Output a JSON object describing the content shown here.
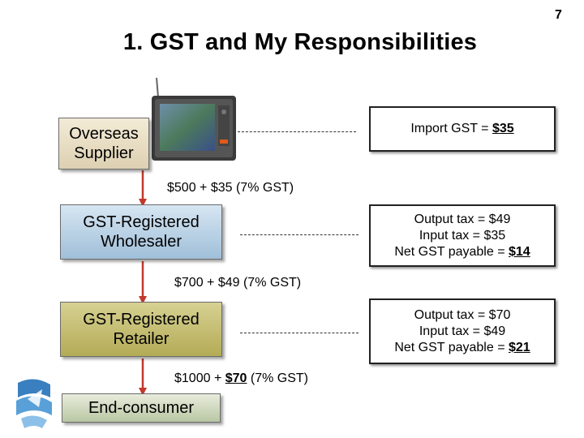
{
  "slide": {
    "page_number": "7",
    "title": "1. GST and My Responsibilities"
  },
  "stages": {
    "supplier": {
      "line1": "Overseas",
      "line2": "Supplier"
    },
    "wholesaler": {
      "line1": "GST-Registered",
      "line2": "Wholesaler"
    },
    "retailer": {
      "line1": "GST-Registered",
      "line2": "Retailer"
    },
    "consumer": {
      "label": "End-consumer"
    }
  },
  "flows": {
    "supplier_to_wholesaler": "$500 + $35 (7% GST)",
    "wholesaler_to_retailer": "$700 + $49 (7% GST)",
    "retailer_to_consumer": {
      "prefix": "$1000 + ",
      "amount": "$70",
      "suffix": " (7% GST)"
    }
  },
  "tax_boxes": {
    "import": {
      "label": "Import GST = ",
      "amount": "$35"
    },
    "wholesaler": {
      "output": "Output tax = $49",
      "input": "Input tax = $35",
      "net_label": "Net GST payable = ",
      "net_amount": "$14"
    },
    "retailer": {
      "output": "Output tax = $70",
      "input": "Input tax = $49",
      "net_label": "Net GST payable = ",
      "net_amount": "$21"
    }
  },
  "colors": {
    "arrow": "#c0392b",
    "supplier_fill": "#e9dfc4",
    "wholesaler_fill": "#b7d0e4",
    "retailer_fill": "#c6bf6f",
    "consumer_fill": "#d1dbbf"
  },
  "icons": {
    "product": "television-icon",
    "brand": "company-logo-icon"
  }
}
